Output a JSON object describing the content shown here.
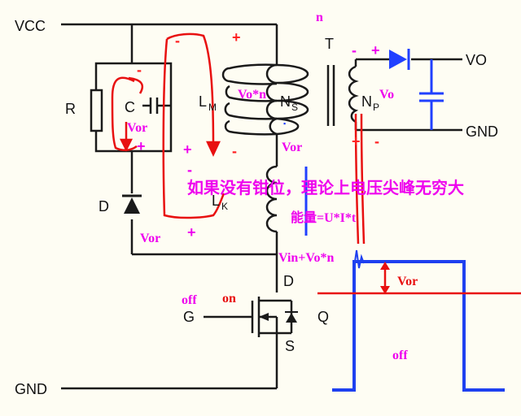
{
  "labels": {
    "vcc": "VCC",
    "gnd_left": "GND",
    "vo": "VO",
    "gnd_right": "GND",
    "r": "R",
    "c": "C",
    "d_clamp": "D",
    "lm": "L",
    "lm_sub": "M",
    "lk": "L",
    "lk_sub": "K",
    "ns": "N",
    "ns_sub": "S",
    "np": "N",
    "np_sub": "P",
    "transformer": "T",
    "g": "G",
    "d_mos": "D",
    "s_mos": "S",
    "q": "Q"
  },
  "annotations": {
    "n_top": "n",
    "vo_n": "Vo*n",
    "vo_sec": "Vo",
    "vor_cap": "Vor",
    "vor_mid": "Vor",
    "vor_bottom": "Vor",
    "vor_wave": "Vor",
    "chinese_note": "如果没有钳位，理论上电压尖峰无穷大",
    "energy": "能量=U*I*t",
    "vin_vo_n": "Vin+Vo*n",
    "off_left": "off",
    "on_label": "on",
    "off_wave": "off"
  },
  "colors": {
    "wire": "#1a1a1a",
    "annotation": "#ee00ee",
    "hand_drawn": "#e81010",
    "waveform": "#1e40f0",
    "reference_line": "#e81010",
    "primary_accent": "#2040ff"
  }
}
